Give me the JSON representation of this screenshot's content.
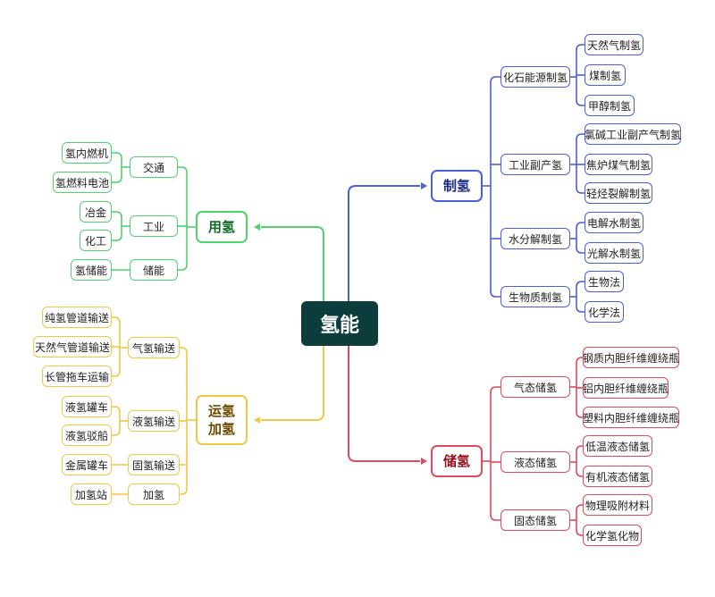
{
  "root": {
    "label": "氢能"
  },
  "colors": {
    "root_bg": "#0c3d3c",
    "zhiqing": "#4a5ee0",
    "chuqing": "#e04a5a",
    "yongqing": "#4fd16e",
    "yunqing": "#f2c744"
  },
  "zhiqing": {
    "label": "制氢",
    "huashi": {
      "label": "化石能源制氢",
      "items": [
        "天然气制氢",
        "煤制氢",
        "甲醇制氢"
      ]
    },
    "gongye": {
      "label": "工业副产氢",
      "items": [
        "氯碱工业副产气制氢",
        "焦炉煤气制氢",
        "轻烃裂解制氢"
      ]
    },
    "shui": {
      "label": "水分解制氢",
      "items": [
        "电解水制氢",
        "光解水制氢"
      ]
    },
    "shengwu": {
      "label": "生物质制氢",
      "items": [
        "生物法",
        "化学法"
      ]
    }
  },
  "chuqing": {
    "label": "储氢",
    "qitai": {
      "label": "气态储氢",
      "items": [
        "钢质内胆纤维缠绕瓶",
        "铝内胆纤维缠绕瓶",
        "塑料内胆纤维缠绕瓶"
      ]
    },
    "yetai": {
      "label": "液态储氢",
      "items": [
        "低温液态储氢",
        "有机液态储氢"
      ]
    },
    "gutai": {
      "label": "固态储氢",
      "items": [
        "物理吸附材料",
        "化学氢化物"
      ]
    }
  },
  "yongqing": {
    "label": "用氢",
    "jiaotong": {
      "label": "交通",
      "items": [
        "氢内燃机",
        "氢燃料电池"
      ]
    },
    "gongye": {
      "label": "工业",
      "items": [
        "冶金",
        "化工"
      ]
    },
    "chuneng": {
      "label": "储能",
      "items": [
        "氢储能"
      ]
    }
  },
  "yunqing": {
    "label_line1": "运氢",
    "label_line2": "加氢",
    "qiti": {
      "label": "气氢输送",
      "items": [
        "纯氢管道输送",
        "天然气管道输送",
        "长管拖车运输"
      ]
    },
    "yeqing": {
      "label": "液氢输送",
      "items": [
        "液氢罐车",
        "液氢驳船"
      ]
    },
    "guqing": {
      "label": "固氢输送",
      "items": [
        "金属罐车"
      ]
    },
    "jiaqing": {
      "label": "加氢",
      "items": [
        "加氢站"
      ]
    }
  }
}
